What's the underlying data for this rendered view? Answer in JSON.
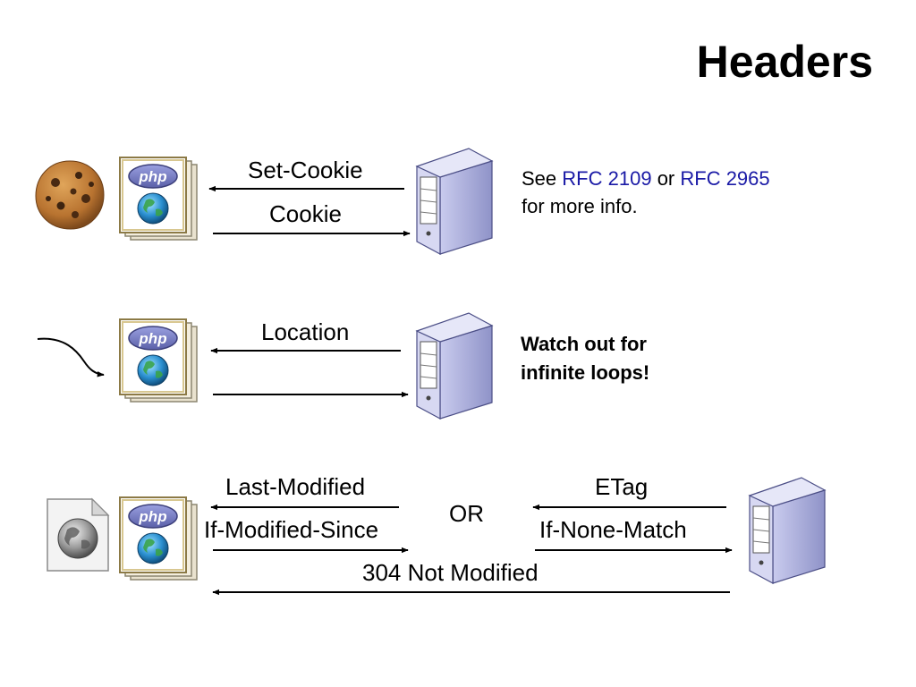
{
  "slide": {
    "title": "Headers"
  },
  "row1": {
    "arrow_out_label": "Set-Cookie",
    "arrow_in_label": "Cookie",
    "note_prefix": "See",
    "link1": "RFC 2109",
    "note_or": "or",
    "link2": "RFC 2965",
    "note_suffix": "for more info."
  },
  "row2": {
    "arrow_out_label": "Location",
    "note_line1": "Watch out for",
    "note_line2": "infinite loops!"
  },
  "row3": {
    "left_out_label": "Last-Modified",
    "left_in_label": "If-Modified-Since",
    "or_label": "OR",
    "right_out_label": "ETag",
    "right_in_label": "If-None-Match",
    "bottom_label": "304 Not Modified"
  },
  "icons": {
    "cookie": "cookie-icon",
    "php_script": "php-file-icon",
    "server": "server-icon",
    "redirect": "curved-arrow-icon",
    "web_document": "web-document-icon"
  },
  "colors": {
    "link": "#1a1aa6",
    "server_body": "#a9acd8",
    "php_badge": "#6a6fb8"
  }
}
